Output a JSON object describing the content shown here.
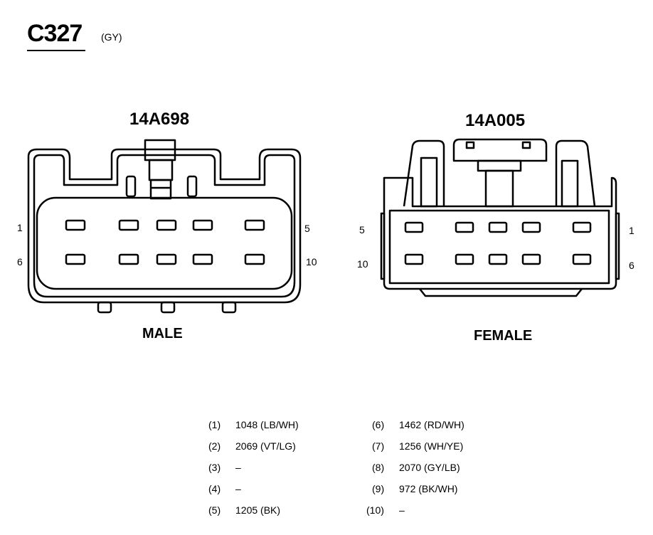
{
  "connector": {
    "id": "C327",
    "color_code": "(GY)"
  },
  "male": {
    "part_number": "14A698",
    "label": "MALE",
    "pin_labels": {
      "top_left": "1",
      "top_right": "5",
      "bottom_left": "6",
      "bottom_right": "10"
    }
  },
  "female": {
    "part_number": "14A005",
    "label": "FEMALE",
    "pin_labels": {
      "top_left": "5",
      "top_right": "1",
      "bottom_left": "10",
      "bottom_right": "6"
    }
  },
  "pins": [
    {
      "num": "(1)",
      "circuit": "1048 (LB/WH)"
    },
    {
      "num": "(2)",
      "circuit": "2069 (VT/LG)"
    },
    {
      "num": "(3)",
      "circuit": "–"
    },
    {
      "num": "(4)",
      "circuit": "–"
    },
    {
      "num": "(5)",
      "circuit": "1205 (BK)"
    },
    {
      "num": "(6)",
      "circuit": "1462 (RD/WH)"
    },
    {
      "num": "(7)",
      "circuit": "1256 (WH/YE)"
    },
    {
      "num": "(8)",
      "circuit": "2070 (GY/LB)"
    },
    {
      "num": "(9)",
      "circuit": "972 (BK/WH)"
    },
    {
      "num": "(10)",
      "circuit": "–"
    }
  ]
}
